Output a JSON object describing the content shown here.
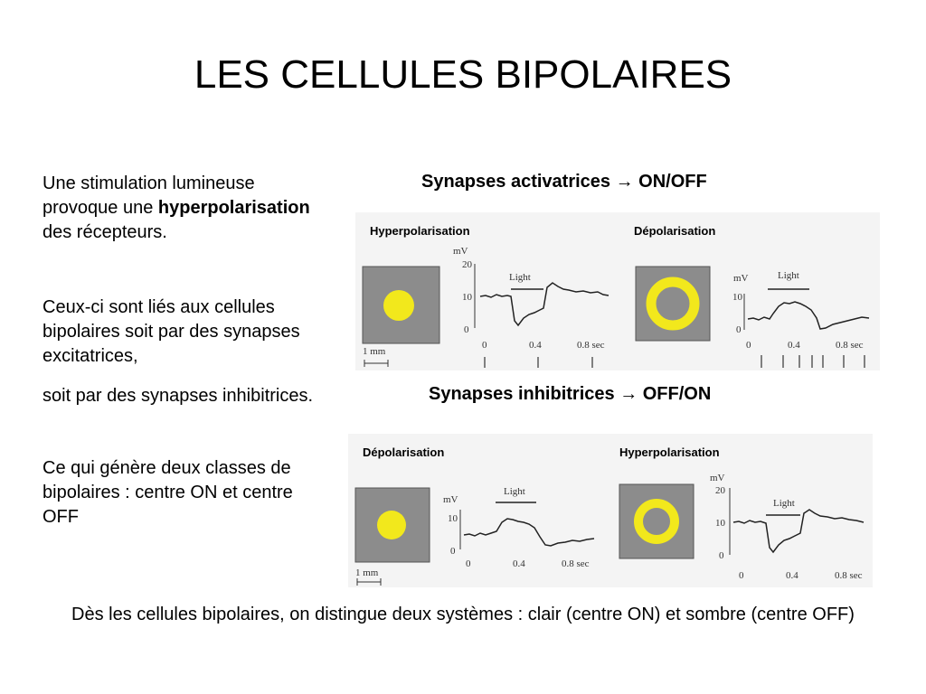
{
  "title": "LES CELLULES BIPOLAIRES",
  "left_text": {
    "p1_a": "Une stimulation lumineuse provoque une ",
    "p1_bold": "hyperpolarisation",
    "p1_b": " des récepteurs.",
    "p2": "Ceux-ci sont liés aux cellules bipolaires soit par des synapses excitatrices,",
    "p2b": "soit par des synapses inhibitrices.",
    "p3": "Ce qui génère deux classes de bipolaires : centre ON et centre OFF"
  },
  "section_activatrices": {
    "title": "Synapses activatrices → ON/OFF",
    "left_label": "Hyperpolarisation",
    "right_label": "Dépolarisation"
  },
  "section_inhibitrices": {
    "title": "Synapses inhibitrices → OFF/ON",
    "left_label": "Dépolarisation",
    "right_label": "Hyperpolarisation"
  },
  "figure_text": {
    "mv": "mV",
    "light": "Light",
    "scale": "1 mm",
    "y20": "20",
    "y10": "10",
    "y0": "0",
    "x0": "0",
    "x04": "0.4",
    "x08": "0.8 sec"
  },
  "footer": "Dès les cellules bipolaires, on distingue deux systèmes : clair (centre ON) et sombre (centre OFF)",
  "colors": {
    "spot": "#f2e81c",
    "field": "#8c8c8c",
    "trace": "#222222"
  }
}
